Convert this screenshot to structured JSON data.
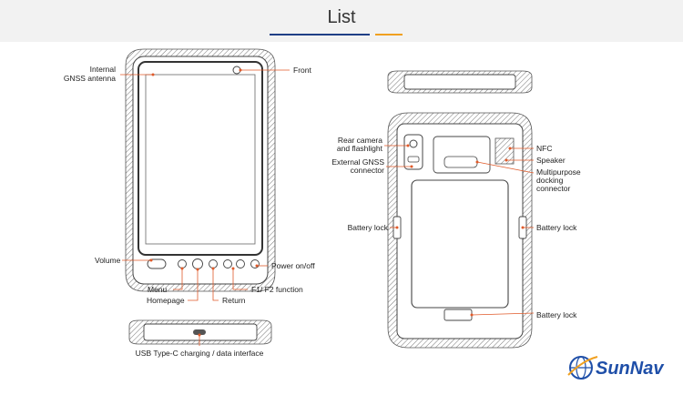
{
  "title": "List",
  "brand": {
    "name": "SunNav",
    "color": "#1f4fa8",
    "icon": "globe-logo-icon"
  },
  "accent": {
    "blue": "#1f3f86",
    "orange": "#f0a020",
    "leader": "#e05a2a"
  },
  "labels": {
    "internal_gnss": [
      "Internal",
      "GNSS antenna"
    ],
    "front": "Front",
    "volume": "Volume",
    "power": "Power on/off",
    "menu": "Menu",
    "f1f2": "F1/ F2 function",
    "homepage": "Homepage",
    "return": "Return",
    "usb": "USB Type-C charging / data interface",
    "rear_camera": [
      "Rear camera",
      "and flashlight"
    ],
    "external_gnss": [
      "External GNSS",
      "connector"
    ],
    "nfc": "NFC",
    "speaker": "Speaker",
    "docking": [
      "Multipurpose",
      "docking",
      "connector"
    ],
    "battery_lock_left": "Battery lock",
    "battery_lock_right": "Battery lock",
    "battery_lock_bottom": "Battery lock"
  }
}
